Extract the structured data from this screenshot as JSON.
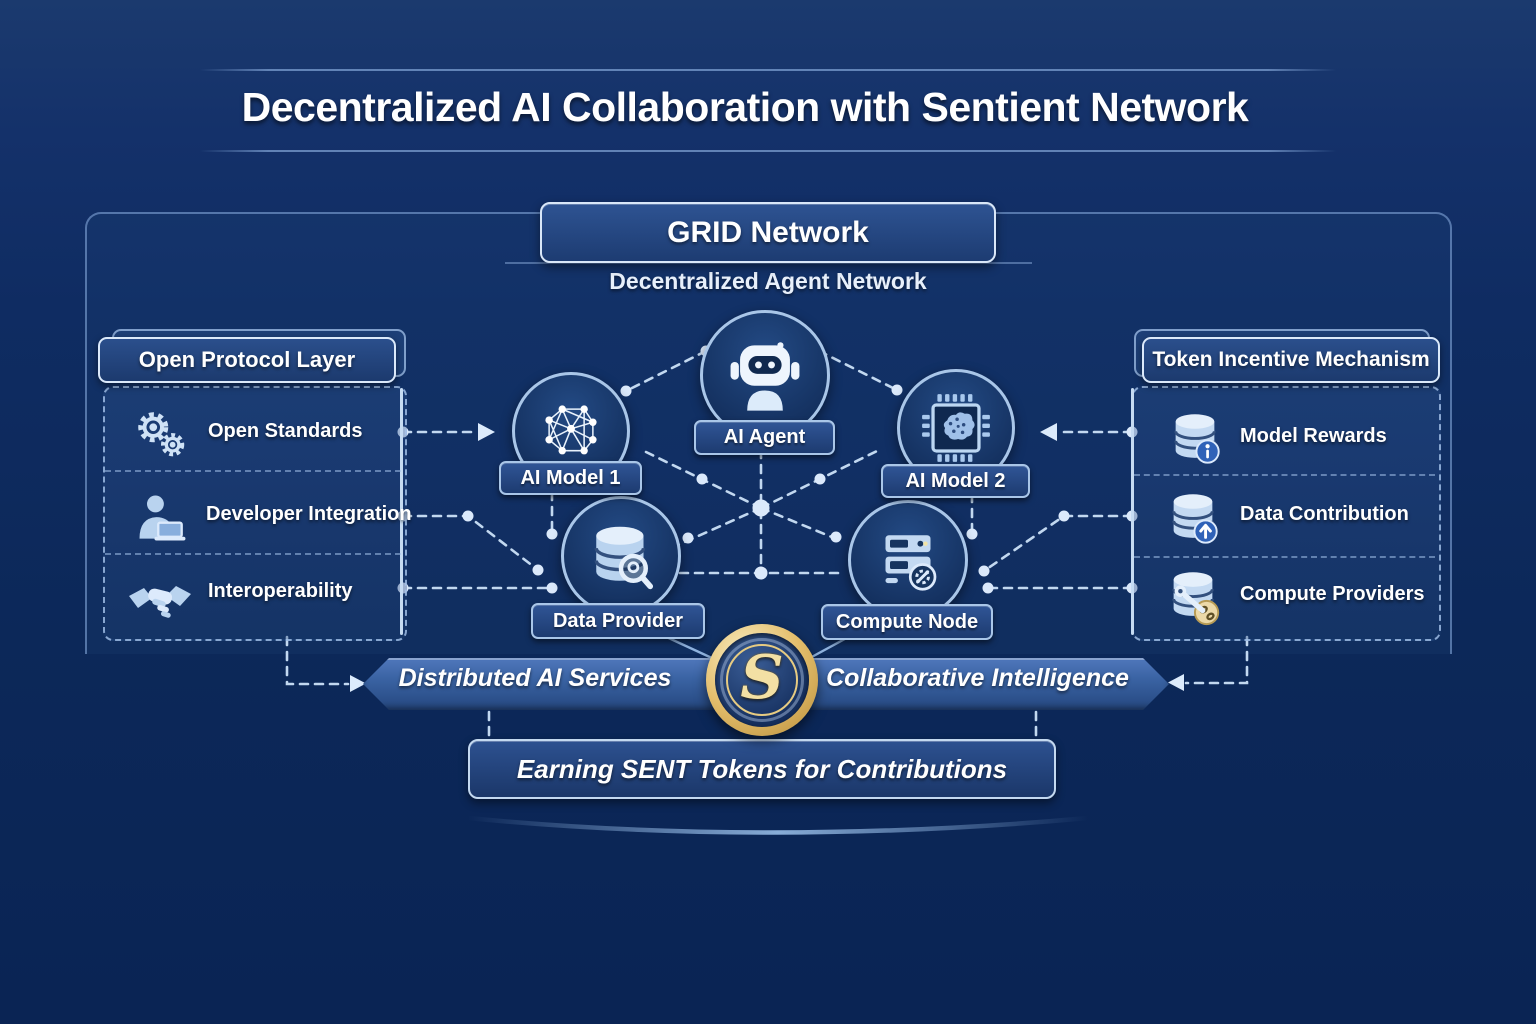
{
  "title": "Decentralized AI Collaboration with Sentient Network",
  "grid": {
    "title": "GRID Network",
    "subtitle": "Decentralized Agent Network"
  },
  "left_panel": {
    "title": "Open Protocol Layer",
    "items": [
      {
        "icon": "gears-icon",
        "label": "Open Standards"
      },
      {
        "icon": "developer-icon",
        "label": "Developer Integration"
      },
      {
        "icon": "handshake-icon",
        "label": "Interoperability"
      }
    ]
  },
  "right_panel": {
    "title": "Token Incentive Mechanism",
    "items": [
      {
        "icon": "database-info-icon",
        "label": "Model Rewards"
      },
      {
        "icon": "database-upload-icon",
        "label": "Data Contribution"
      },
      {
        "icon": "database-tools-icon",
        "label": "Compute Providers"
      }
    ]
  },
  "nodes": [
    {
      "id": "ai-agent",
      "icon": "robot-icon",
      "label": "AI Agent"
    },
    {
      "id": "ai-model-1",
      "icon": "neural-network-icon",
      "label": "AI Model 1"
    },
    {
      "id": "ai-model-2",
      "icon": "chip-brain-icon",
      "label": "AI Model 2"
    },
    {
      "id": "data-provider",
      "icon": "database-search-icon",
      "label": "Data Provider"
    },
    {
      "id": "compute-node",
      "icon": "server-gear-icon",
      "label": "Compute Node"
    }
  ],
  "ribbon": {
    "left_text": "Distributed AI Services",
    "right_text": "Collaborative Intelligence",
    "coin_letter": "S"
  },
  "footer": {
    "banner": "Earning SENT Tokens for Contributions"
  },
  "colors": {
    "background": "#0c2859",
    "panel_border": "#a5c3eb",
    "dashed_line": "#c2d8f0",
    "coin_gold": "#e3bd6b",
    "text": "#ffffff"
  }
}
